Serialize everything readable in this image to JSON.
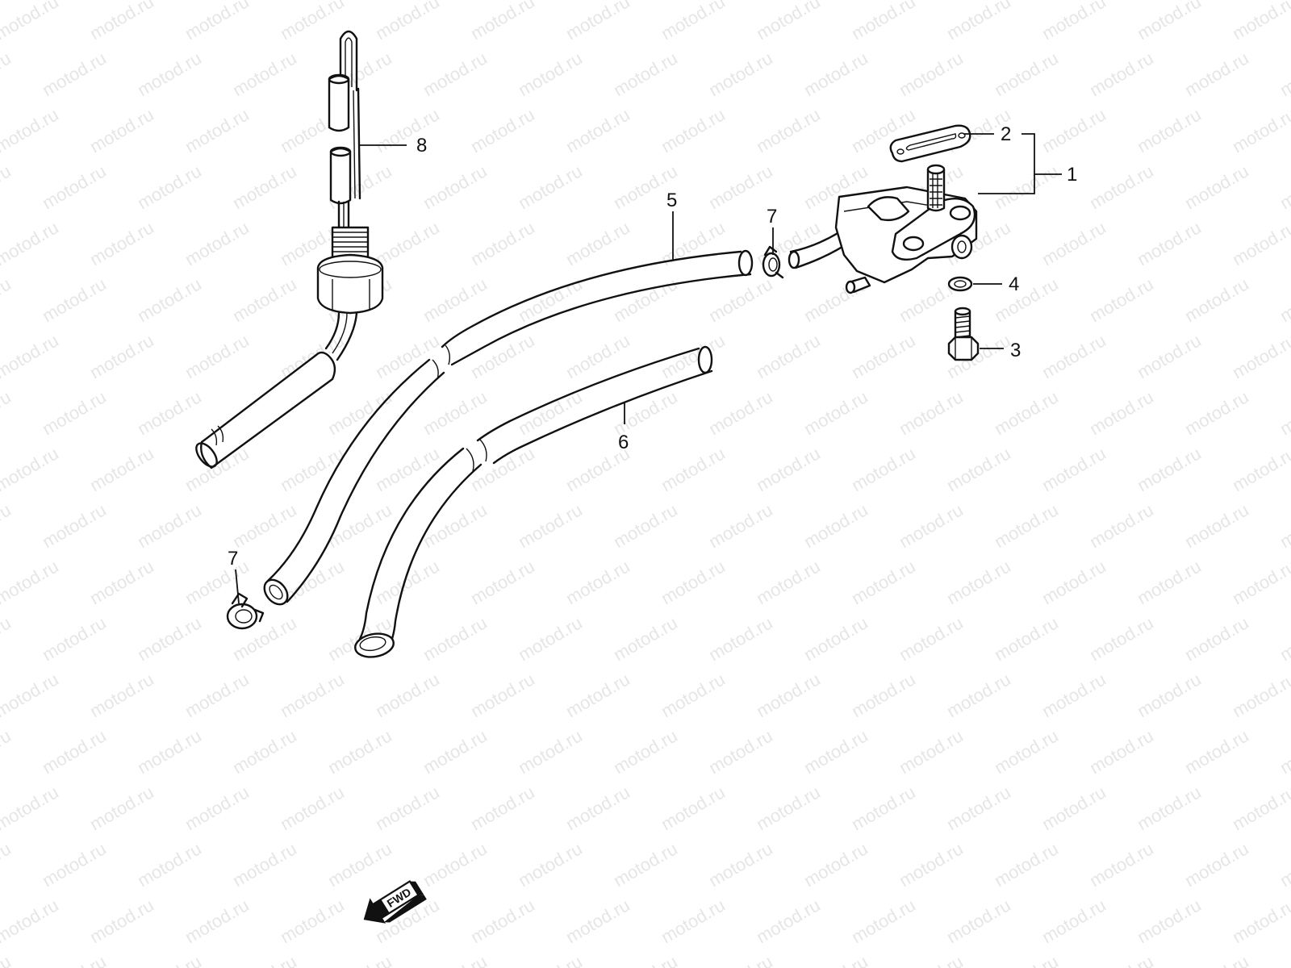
{
  "watermark": "motod.ru",
  "callouts": {
    "c1": "1",
    "c2": "2",
    "c3": "3",
    "c4": "4",
    "c5": "5",
    "c6": "6",
    "c7a": "7",
    "c7b": "7",
    "c8": "8"
  },
  "fwd_label": "FWD",
  "colors": {
    "line": "#111111",
    "watermark": "#e6e6e6",
    "background": "#ffffff"
  }
}
